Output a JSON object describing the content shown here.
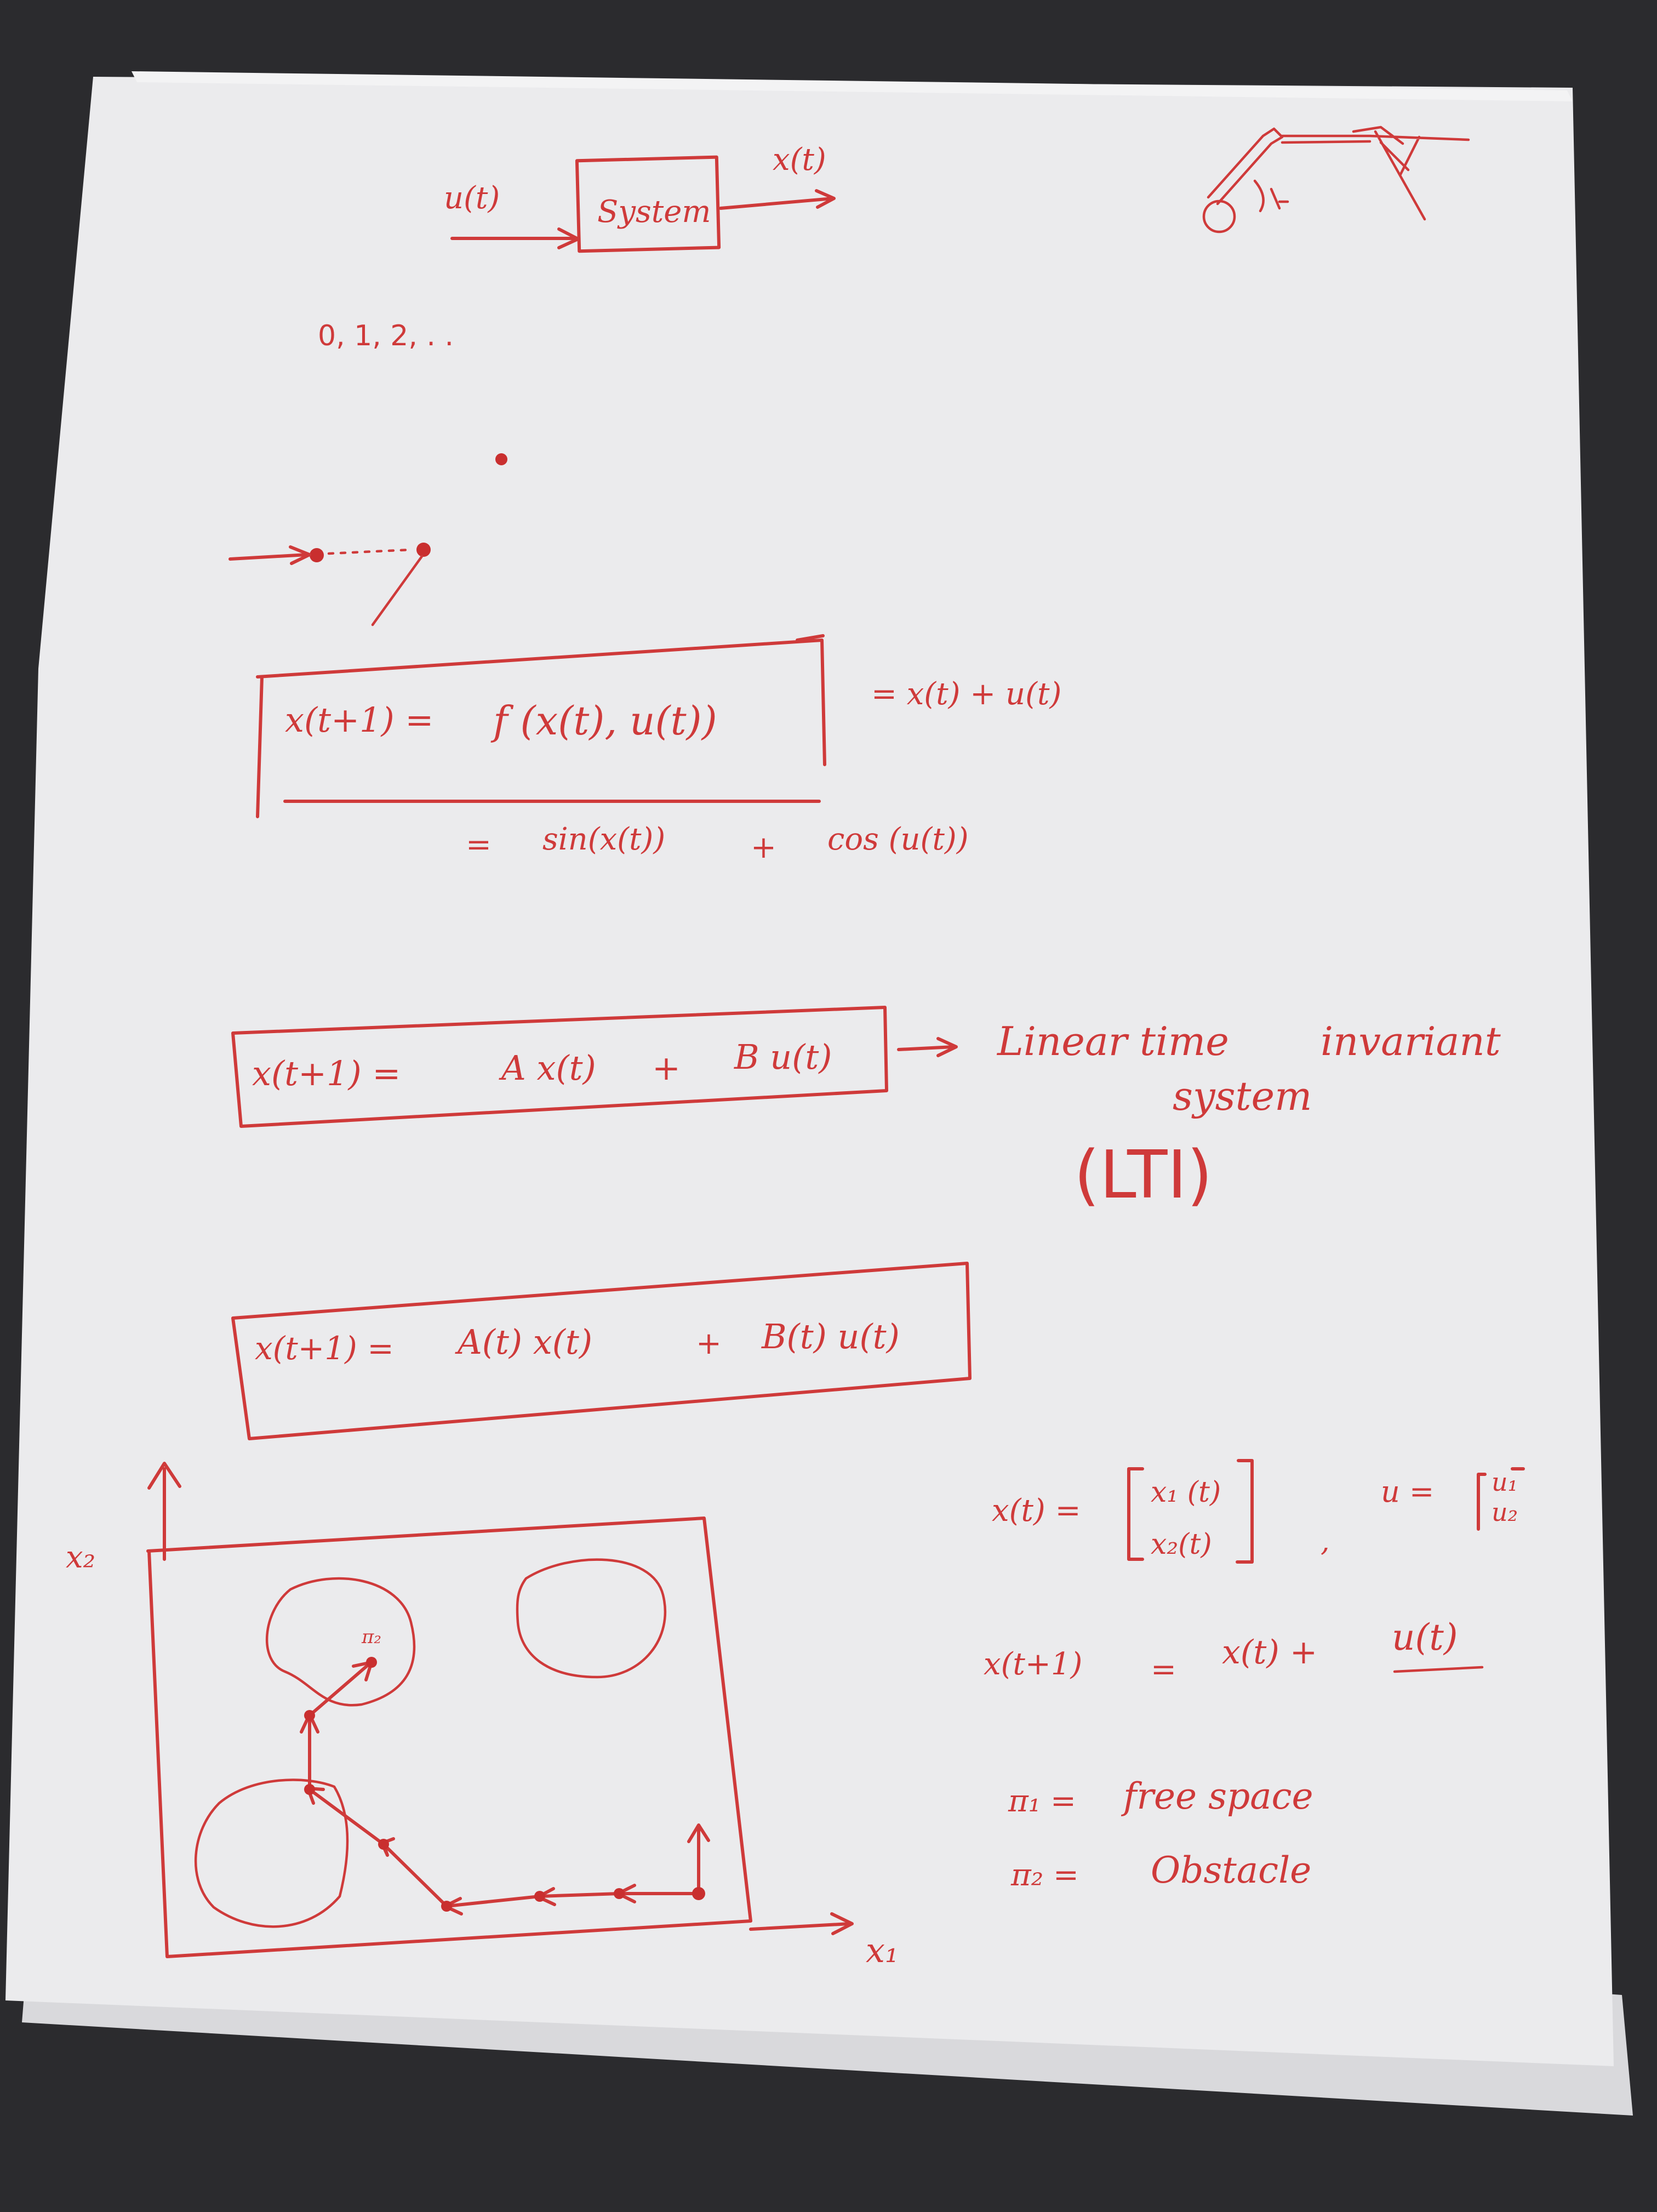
{
  "notes": {
    "u_t": "u(t)",
    "system": "System",
    "x_t": "x(t)",
    "sequence": "0, 1, 2, . .",
    "eq1": {
      "lhs": "x(t+1) =",
      "rhs": "f (x(t), u(t))",
      "ex1": "= x(t) + u(t)",
      "ex2_eq": "=",
      "ex2_sin": "sin(x(t))",
      "ex2_plus": "+",
      "ex2_cos": "cos (u(t))"
    },
    "eq2": {
      "lhs": "x(t+1) =",
      "ax": "A x(t)",
      "plus": "+",
      "bu": "B u(t)",
      "label_1": "Linear  time",
      "label_2": "invariant",
      "label_3": "system",
      "label_4": "(LTI)"
    },
    "eq3": {
      "lhs": "x(t+1) =",
      "ax": "A(t) x(t)",
      "plus": "+",
      "bu": "B(t) u(t)"
    },
    "state_def": {
      "lhs": "x(t) =",
      "x1": "x₁ (t)",
      "x2": "x₂(t)",
      "comma": ",",
      "u_lhs": "u =",
      "u1": "u₁",
      "u2": "u₂"
    },
    "update": {
      "lhs": "x(t+1)",
      "eq": "=",
      "rhs": "x(t) +",
      "u": "u(t)"
    },
    "legend": {
      "pi1": "π₁ =",
      "pi1_text": "free space",
      "pi2": "π₂ =",
      "pi2_text": "Obstacle"
    },
    "plot": {
      "ylabel": "x₂",
      "xlabel": "x₁",
      "region_label": "π₂"
    }
  }
}
